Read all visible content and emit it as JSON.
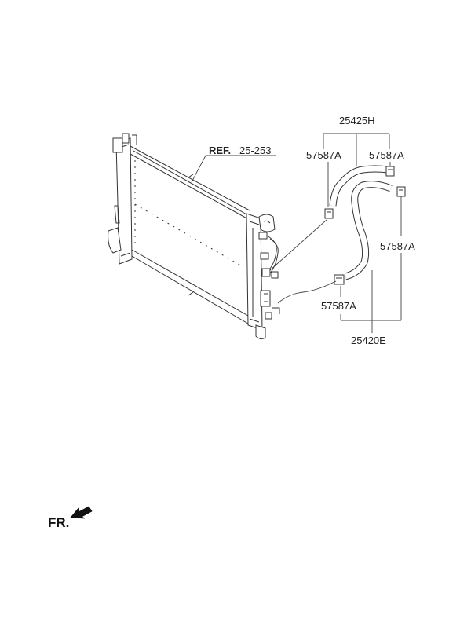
{
  "diagram": {
    "ref_prefix": "REF.",
    "ref_number": "25-253",
    "labels": {
      "hose_upper_assy": "25425H",
      "clamp_upper_left": "57587A",
      "clamp_upper_right": "57587A",
      "clamp_right_side": "57587A",
      "clamp_lower": "57587A",
      "hose_lower_assy": "25420E"
    },
    "front_indicator": "FR.",
    "colors": {
      "line": "#333333",
      "text": "#222222",
      "background": "#ffffff"
    }
  }
}
